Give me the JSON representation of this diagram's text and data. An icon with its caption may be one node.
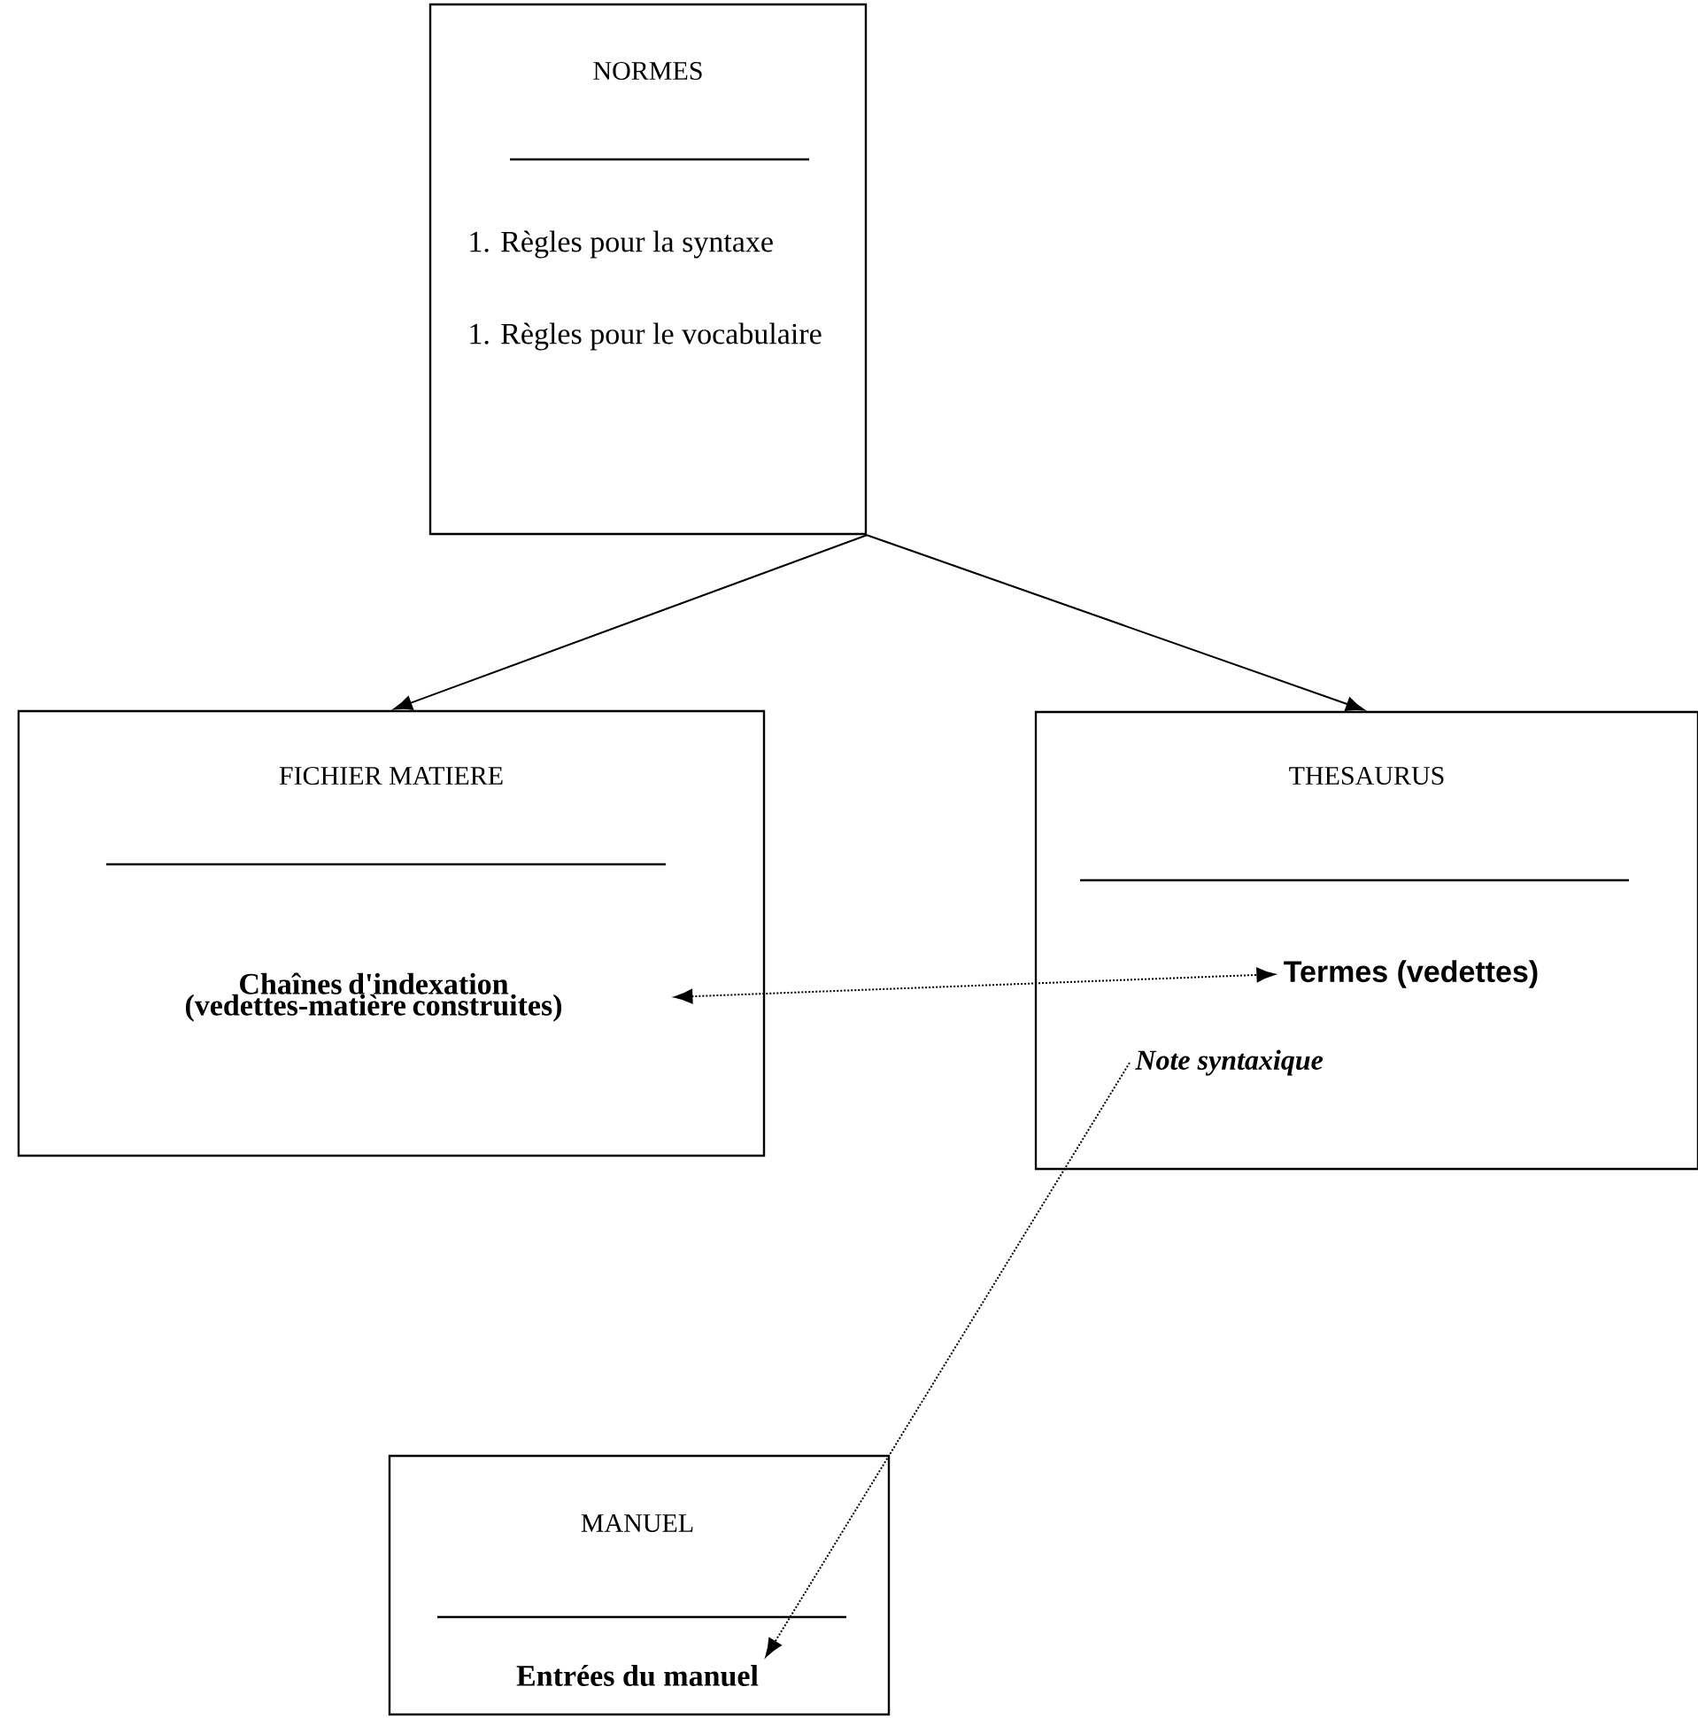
{
  "diagram": {
    "nodes": [
      {
        "text": [
          "NORMES",
          "1. Règles pour la syntaxe",
          "1. Règles pour le vocabulaire"
        ]
      },
      {
        "text": [
          "FICHIER MATIERE"
        ]
      },
      {
        "text": [
          "Chaînes d'indexation (vedettes-matière construites)"
        ],
        "in": 1
      },
      {
        "text": [
          "THESAURUS"
        ]
      },
      {
        "text": [
          "Termes (vedettes)"
        ],
        "in": 3
      },
      {
        "text": [
          "Note syntaxique"
        ],
        "in": 3
      },
      {
        "text": [
          "MANUEL"
        ]
      },
      {
        "text": [
          "Entrées du manuel"
        ],
        "in": 6
      }
    ],
    "edges": [
      {
        "from": 0,
        "to": 1,
        "arrow": "to"
      },
      {
        "from": 0,
        "to": 3,
        "arrow": "to"
      },
      {
        "from": 2,
        "to": 4,
        "arrow": "both",
        "style": "dashed"
      },
      {
        "from": 5,
        "to": 7,
        "arrow": "to",
        "style": "dashed"
      }
    ]
  }
}
